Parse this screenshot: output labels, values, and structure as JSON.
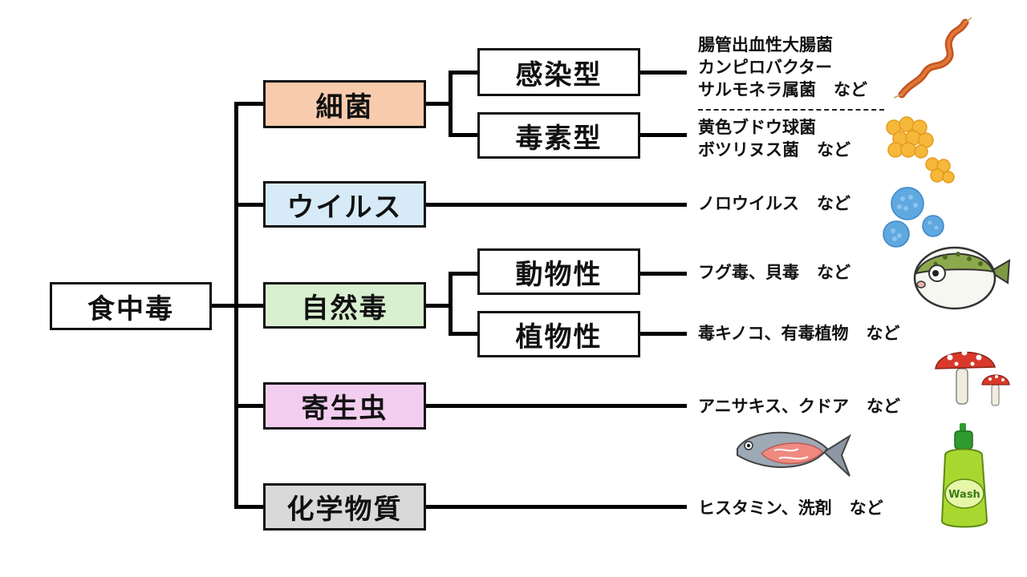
{
  "root": {
    "label": "食中毒"
  },
  "categories": {
    "bacteria": {
      "label": "細菌",
      "color": "#f8cbad",
      "sub": {
        "infection": {
          "label": "感染型",
          "examples": [
            "腸管出血性大腸菌",
            "カンピロバクター",
            "サルモネラ属菌"
          ],
          "suffix": "など"
        },
        "toxin": {
          "label": "毒素型",
          "examples": [
            "黄色ブドウ球菌",
            "ボツリヌス菌"
          ],
          "suffix": "など"
        }
      }
    },
    "virus": {
      "label": "ウイルス",
      "color": "#d6ebf7",
      "examples": "ノロウイルス",
      "suffix": "など"
    },
    "natural": {
      "label": "自然毒",
      "color": "#d9f0d0",
      "sub": {
        "animal": {
          "label": "動物性",
          "examples": "フグ毒、貝毒",
          "suffix": "など"
        },
        "plant": {
          "label": "植物性",
          "examples": "毒キノコ、有毒植物",
          "suffix": "など"
        }
      }
    },
    "parasite": {
      "label": "寄生虫",
      "color": "#f2cdef",
      "examples": "アニサキス、クドア",
      "suffix": "など"
    },
    "chemical": {
      "label": "化学物質",
      "color": "#d9d9d9",
      "examples": "ヒスタミン、洗剤",
      "suffix": "など"
    }
  },
  "illustrations": [
    "bacteria-rod-icon",
    "staphylococcus-icon",
    "norovirus-icon",
    "pufferfish-icon",
    "poison-mushroom-icon",
    "fish-icon",
    "detergent-bottle-icon"
  ],
  "illustration_text": {
    "bottle_label": "Wash"
  }
}
